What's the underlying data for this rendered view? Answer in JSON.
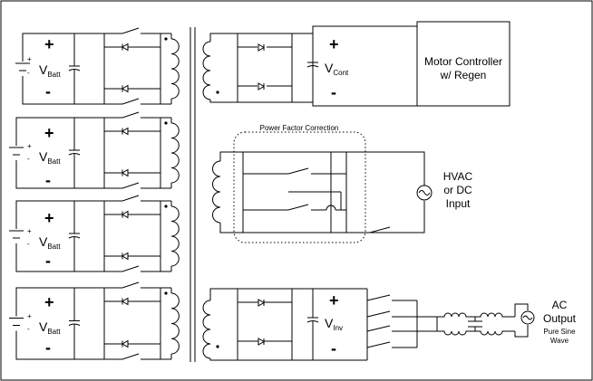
{
  "battery_modules": [
    {
      "label": "V",
      "sub": "Batt",
      "pos": "+",
      "neg": "-"
    },
    {
      "label": "V",
      "sub": "Batt",
      "pos": "+",
      "neg": "-"
    },
    {
      "label": "V",
      "sub": "Batt",
      "pos": "+",
      "neg": "-"
    },
    {
      "label": "V",
      "sub": "Batt",
      "pos": "+",
      "neg": "-"
    }
  ],
  "cell_polarity": {
    "plus": "+",
    "minus": "-"
  },
  "motor_section": {
    "cap_label": "V",
    "cap_sub": "Cont",
    "pos": "+",
    "neg": "-",
    "box_line1": "Motor Controller",
    "box_line2": "w/ Regen"
  },
  "pfc_section": {
    "title": "Power Factor Correction",
    "input_line1": "HVAC",
    "input_line2": "or DC",
    "input_line3": "Input"
  },
  "inverter_section": {
    "cap_label": "V",
    "cap_sub": "Inv",
    "pos": "+",
    "neg": "-",
    "output_line1": "AC",
    "output_line2": "Output",
    "output_note1": "Pure Sine",
    "output_note2": "Wave"
  }
}
